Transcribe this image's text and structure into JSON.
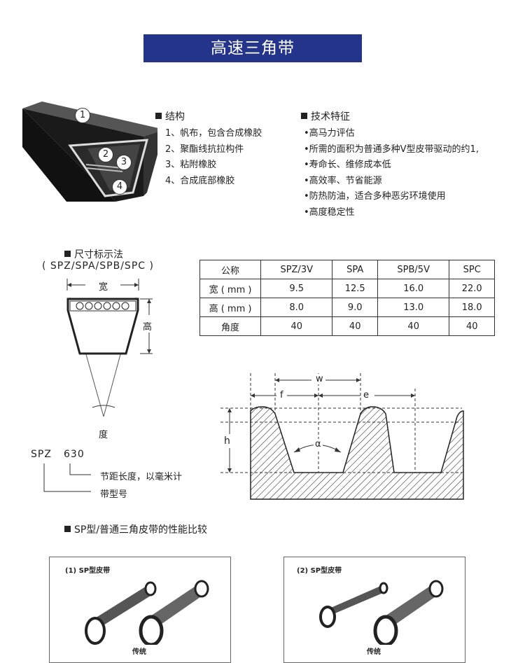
{
  "title": "高速三角带",
  "structure": {
    "heading": "结构",
    "items": [
      "1、帆布，包含合成橡胶",
      "2、聚酯线抗拉构件",
      "3、粘附橡胶",
      "4、合成底部橡胶"
    ],
    "markers": [
      "1",
      "2",
      "3",
      "4"
    ]
  },
  "features": {
    "heading": "技术特征",
    "items": [
      "•高马力评估",
      "•所需的面积为普通多种V型皮带驱动的约1,",
      "•寿命长、维修成本低",
      "•高效率、节省能源",
      "•防热防油，适合多种恶劣环境使用",
      "•高度稳定性"
    ]
  },
  "size": {
    "heading": "尺寸标示法",
    "subheading": "( SPZ/SPA/SPB/SPC )",
    "width_label": "宽",
    "height_label": "高",
    "angle_label": "度"
  },
  "spec_table": {
    "headers": [
      "公称",
      "SPZ/3V",
      "SPA",
      "SPB/5V",
      "SPC"
    ],
    "rows": [
      [
        "宽 ( mm )",
        "9.5",
        "12.5",
        "16.0",
        "22.0"
      ],
      [
        "高 ( mm )",
        "8.0",
        "9.0",
        "13.0",
        "18.0"
      ],
      [
        "角度",
        "40",
        "40",
        "40",
        "40"
      ]
    ]
  },
  "groove": {
    "w": "w",
    "f": "f",
    "e": "e",
    "h": "h",
    "alpha": "α"
  },
  "designation": {
    "type": "SPZ",
    "length": "630",
    "length_desc": "节距长度，以毫米计",
    "type_desc": "带型号"
  },
  "comparison": {
    "heading": "SP型/普通三角皮带的性能比较",
    "panels": [
      {
        "title": "(1) SP型皮带",
        "caption": "传统"
      },
      {
        "title": "(2) SP型皮带",
        "caption": "传统"
      }
    ]
  }
}
